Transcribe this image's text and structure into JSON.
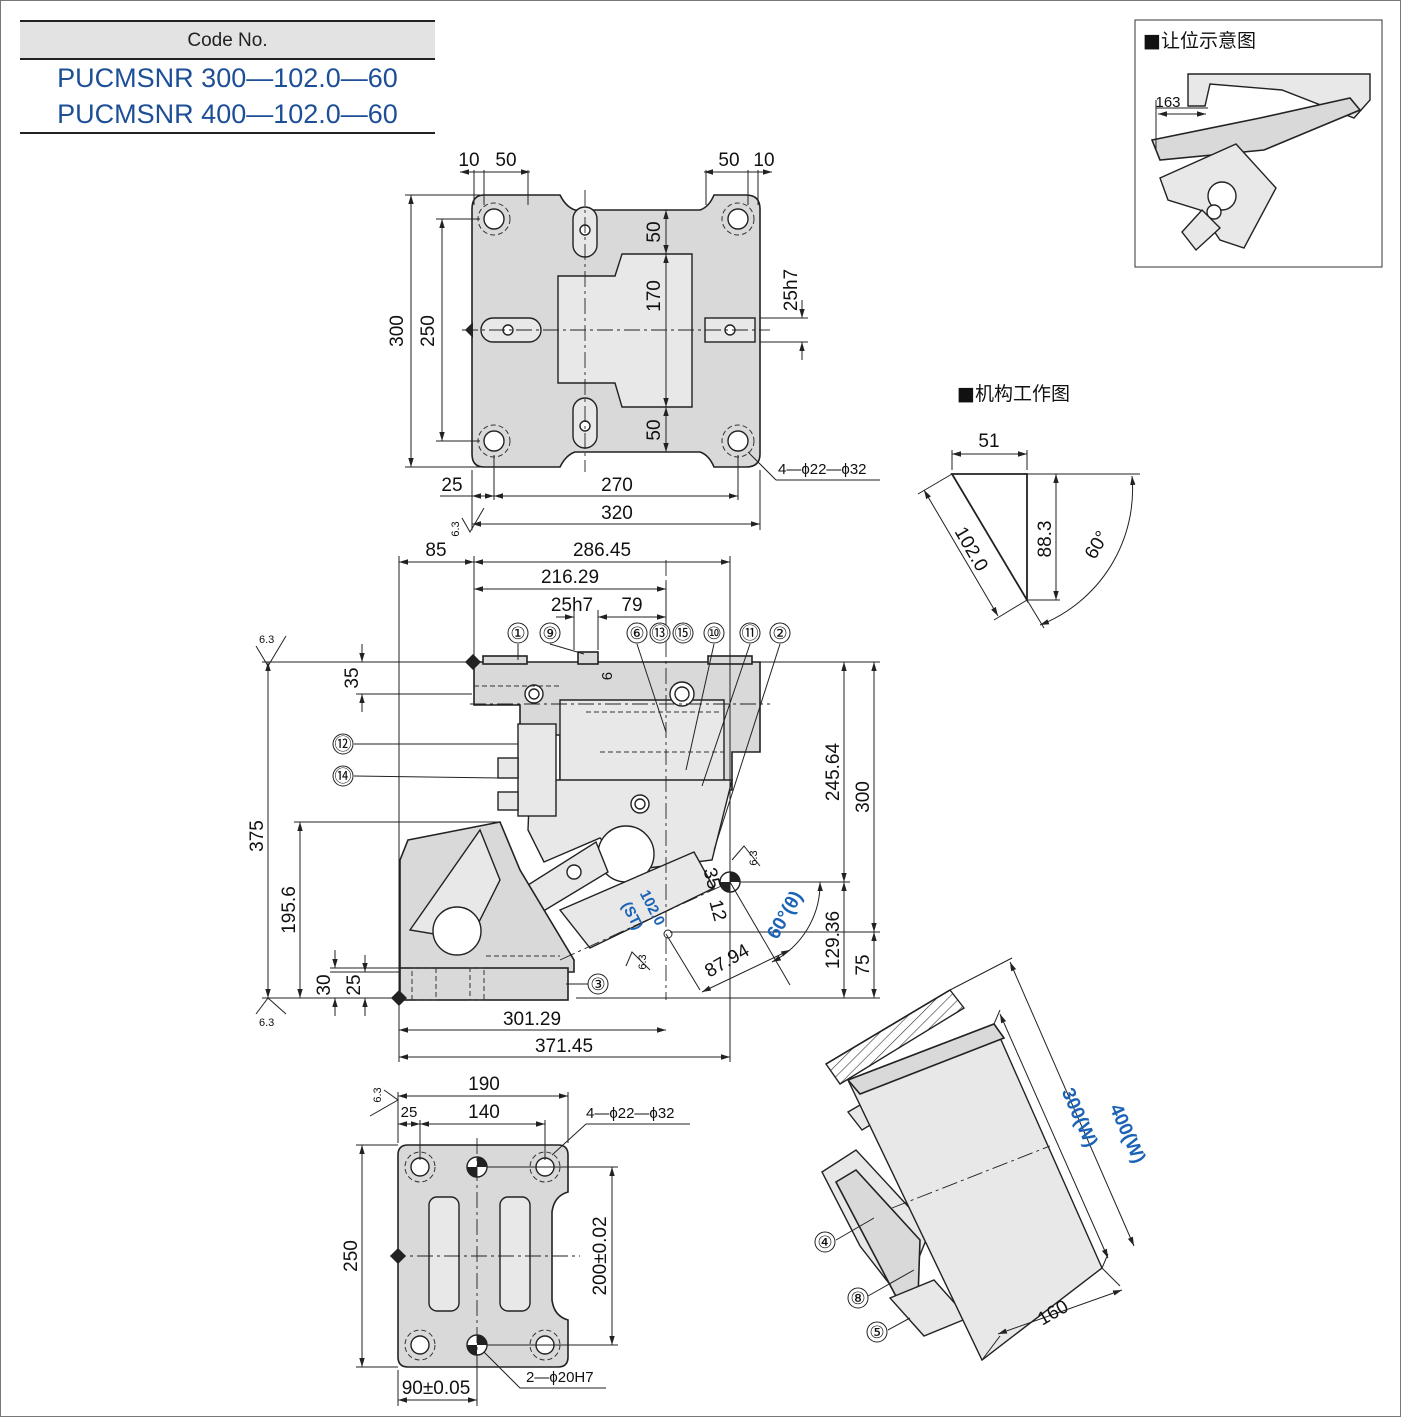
{
  "code_table": {
    "header": "Code No.",
    "codes": [
      "PUCMSNR 300—102.0—60",
      "PUCMSNR 400—102.0—60"
    ]
  },
  "titles": {
    "clearance": "■让位示意图",
    "mechanism": "■机构工作图"
  },
  "top_view": {
    "d10_left": "10",
    "d50_left": "50",
    "d50_right": "50",
    "d10_right": "10",
    "h300": "300",
    "h250": "250",
    "h50_top": "50",
    "h170": "170",
    "h50_bot": "50",
    "d25h7": "25h7",
    "d25": "25",
    "d270": "270",
    "d320": "320",
    "holes": "4—ϕ22—ϕ32",
    "rough": "6.3"
  },
  "side_view": {
    "d85": "85",
    "d286": "286.45",
    "d216": "216.29",
    "d25h7": "25h7",
    "d79": "79",
    "d9": "9",
    "d35_top": "35",
    "d375": "375",
    "d195": "195.6",
    "d30": "30",
    "d25": "25",
    "d245": "245.64",
    "d300": "300",
    "d129": "129.36",
    "d75": "75",
    "d301": "301.29",
    "d371": "371.45",
    "d87": "87.94",
    "d35_tip": "35",
    "d12": "12",
    "angle": "60°(θ)",
    "stroke": "102.0",
    "st": "(ST)",
    "rough_a": "6.3",
    "rough_b": "6.3",
    "rough_c": "6.3",
    "rough_d": "6.3",
    "callouts": [
      "①",
      "⑨",
      "⑥",
      "⑬",
      "⑮",
      "⑩",
      "⑪",
      "②",
      "⑫",
      "⑭",
      "③"
    ]
  },
  "bottom_view": {
    "d190": "190",
    "d25": "25",
    "d140": "140",
    "holes": "4—ϕ22—ϕ32",
    "h250": "250",
    "h200": "200±0.02",
    "d90": "90±0.05",
    "pins": "2—ϕ20H7",
    "rough": "6.3"
  },
  "mechanism": {
    "d51": "51",
    "d102": "102.0",
    "d88": "88.3",
    "angle": "60°"
  },
  "clearance": {
    "d163": "163"
  },
  "iso_view": {
    "d300w": "300(W)",
    "d400w": "400(W)",
    "d160": "160",
    "callouts": [
      "④",
      "⑧",
      "⑤"
    ]
  }
}
